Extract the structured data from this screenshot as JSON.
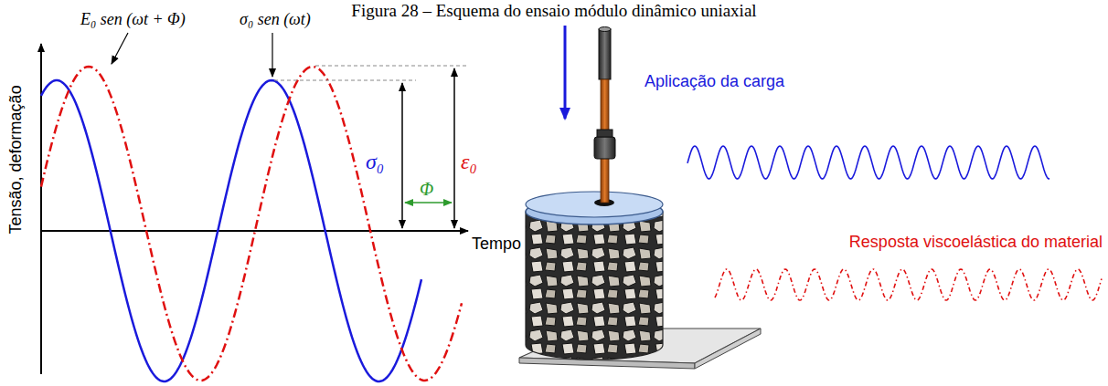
{
  "diagram": {
    "title": "Figura 28 – Esquema do ensaio módulo dinâmico uniaxial",
    "labels": [
      "E₀ sen (ωt + Φ)",
      "σ₀ sen (ωt)",
      "Tensão, deformação",
      "σ₀",
      "Φ",
      "ε₀",
      "Tempo",
      "Aplicação da carga",
      "Resposta viscoelástica do material"
    ]
  }
}
